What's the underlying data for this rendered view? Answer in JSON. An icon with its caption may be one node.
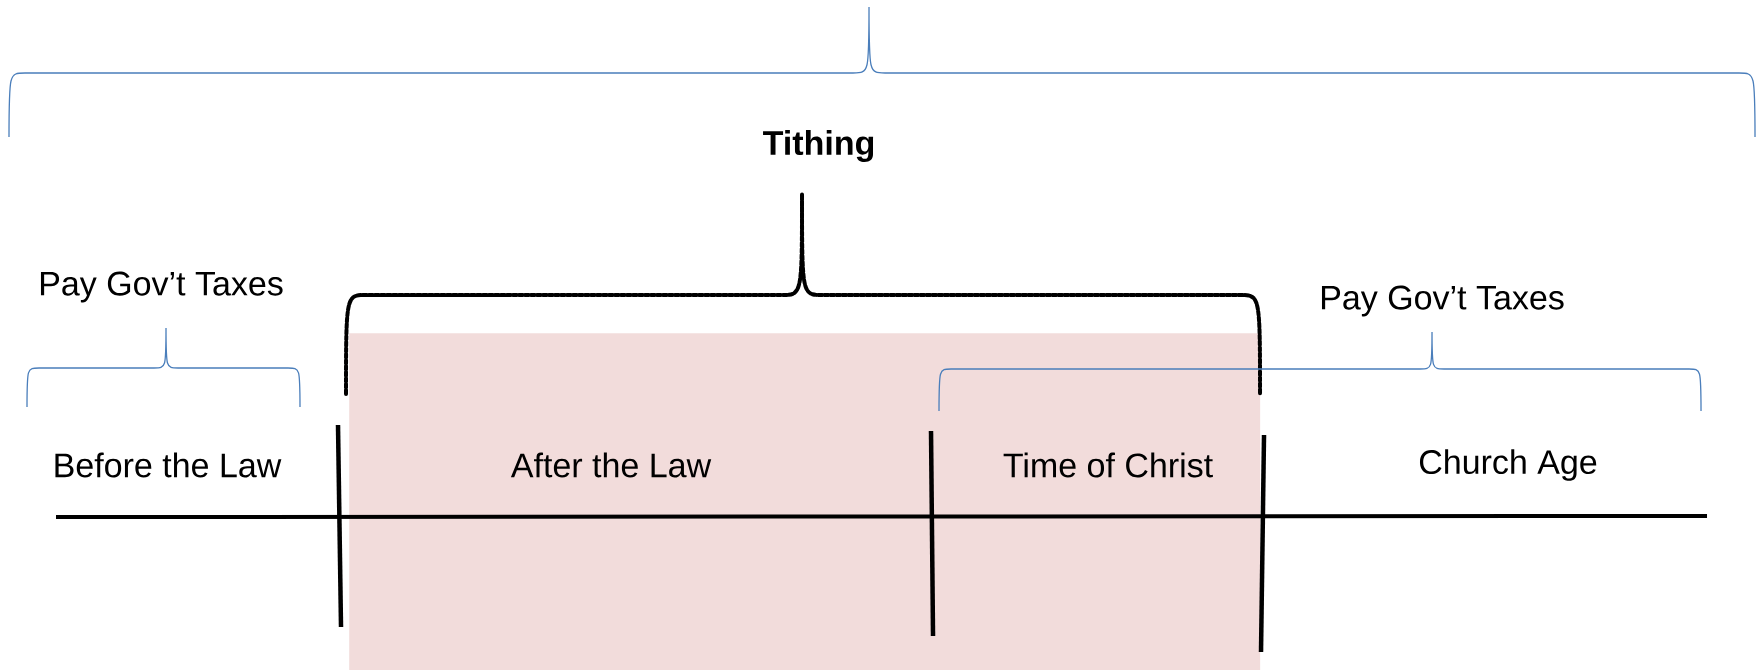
{
  "diagram": {
    "nodes": [
      {
        "text": [
          "After the Law",
          "Time of Christ"
        ]
      }
    ],
    "labels": [
      "Tithing",
      "Pay Gov’t Taxes",
      "Pay Gov’t Taxes",
      "Before the Law",
      "Church Age"
    ]
  }
}
